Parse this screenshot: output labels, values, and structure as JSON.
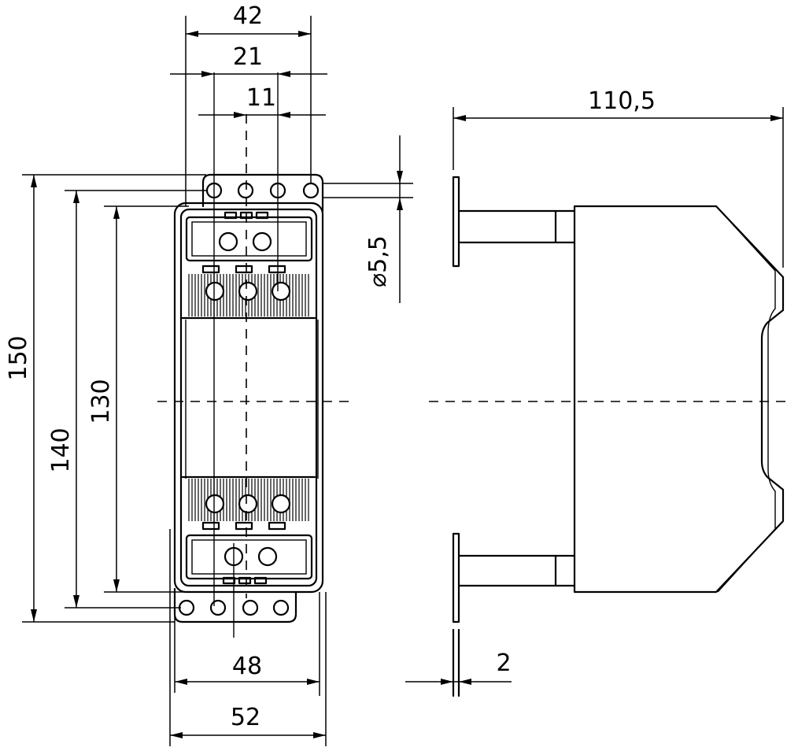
{
  "drawing": {
    "front_view": {
      "dimensions": {
        "top_width_outer": "42",
        "top_width_mid": "21",
        "top_width_inner": "11",
        "height_overall": "150",
        "height_hole_pitch": "140",
        "height_body": "130",
        "hole_diameter": "⌀5,5",
        "bottom_width_inner": "48",
        "bottom_width_outer": "52"
      }
    },
    "side_view": {
      "dimensions": {
        "depth": "110,5",
        "plate_thickness": "2"
      }
    }
  }
}
